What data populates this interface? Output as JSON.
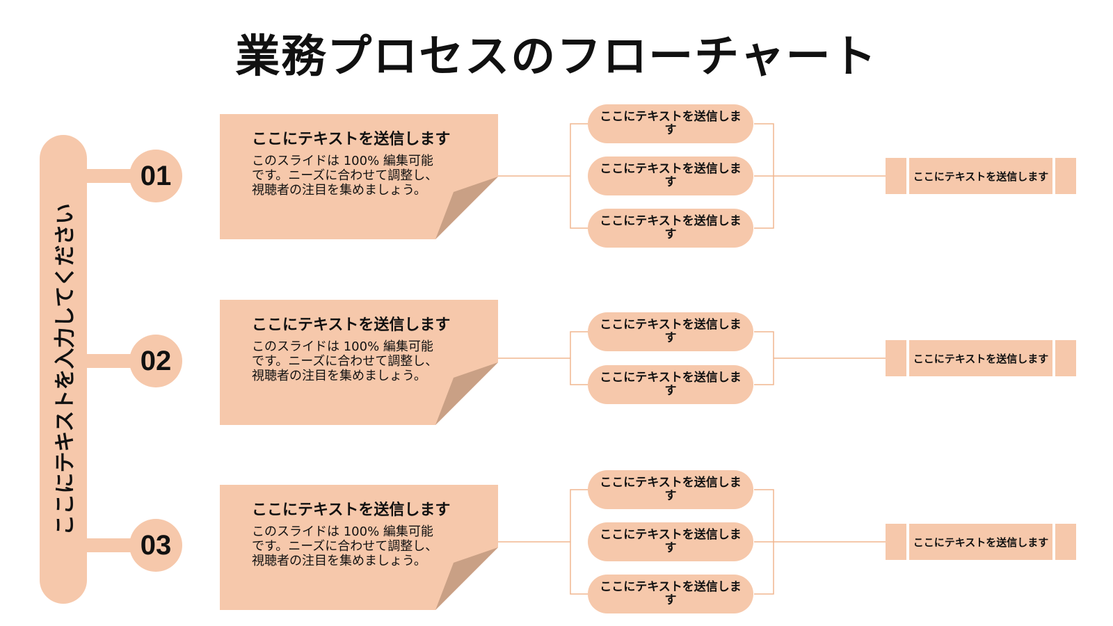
{
  "title": "業務プロセスのフローチャート",
  "side_label": "ここにテキストを入力してください",
  "colors": {
    "fill": "#f6c8ab",
    "fold": "#c9a085",
    "line": "#f0b68f",
    "text": "#111111"
  },
  "rows": [
    {
      "number": "01",
      "card": {
        "title": "ここにテキストを送信します",
        "body": "このスライドは 100% 編集可能です。ニーズに合わせて調整し、視聴者の注目を集めましょう。"
      },
      "options": [
        "ここにテキストを送信します",
        "ここにテキストを送信します",
        "ここにテキストを送信します"
      ],
      "result": "ここにテキストを送信します"
    },
    {
      "number": "02",
      "card": {
        "title": "ここにテキストを送信します",
        "body": "このスライドは 100% 編集可能です。ニーズに合わせて調整し、視聴者の注目を集めましょう。"
      },
      "options": [
        "ここにテキストを送信します",
        "ここにテキストを送信します"
      ],
      "result": "ここにテキストを送信します"
    },
    {
      "number": "03",
      "card": {
        "title": "ここにテキストを送信します",
        "body": "このスライドは 100% 編集可能です。ニーズに合わせて調整し、視聴者の注目を集めましょう。"
      },
      "options": [
        "ここにテキストを送信します",
        "ここにテキストを送信します",
        "ここにテキストを送信します"
      ],
      "result": "ここにテキストを送信します"
    }
  ]
}
